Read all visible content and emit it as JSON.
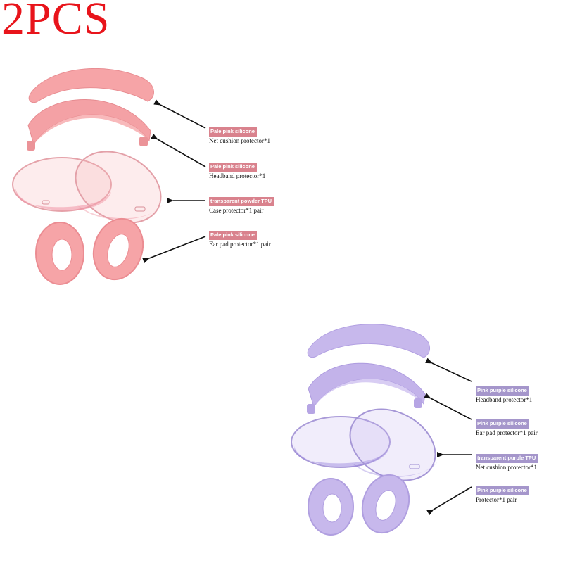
{
  "headline": {
    "text": "2PCS",
    "color": "#e8141b"
  },
  "colors": {
    "pink_tag": "#d9828d",
    "purple_tag": "#a596cb",
    "pink_fill": "#f6a4a7",
    "pink_dark": "#eb8c92",
    "purple_fill": "#c7b8ec",
    "purple_dark": "#b2a0e2"
  },
  "pink_set": {
    "callouts": [
      {
        "tag": "Pale pink silicone",
        "desc": "Net cushion protector*1"
      },
      {
        "tag": "Pale pink silicone",
        "desc": "Headband protector*1"
      },
      {
        "tag": "transparent powder TPU",
        "desc": "Case protector*1 pair"
      },
      {
        "tag": "Pale pink silicone",
        "desc": "Ear pad protector*1 pair"
      }
    ]
  },
  "purple_set": {
    "callouts": [
      {
        "tag": "Pink purple silicone",
        "desc": "Headband protector*1"
      },
      {
        "tag": "Pink purple silicone",
        "desc": "Ear pad protector*1 pair"
      },
      {
        "tag": "transparent purple TPU",
        "desc": "Net cushion protector*1"
      },
      {
        "tag": "Pink purple silicone",
        "desc": "Protector*1 pair"
      }
    ]
  }
}
